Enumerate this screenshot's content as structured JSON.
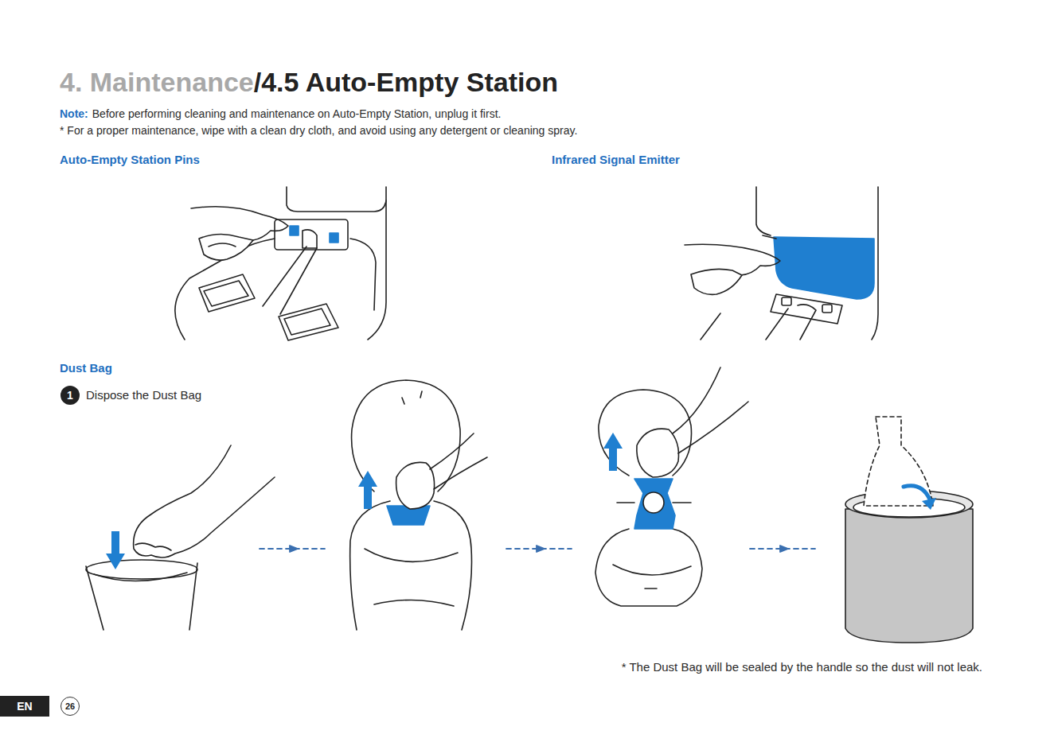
{
  "diagram": {
    "labels": [
      "4. Maintenance",
      "/4.5 Auto-Empty Station",
      "Note:",
      "Before performing cleaning and maintenance on Auto-Empty Station, unplug it first.",
      "* For a proper maintenance, wipe with a clean dry cloth, and avoid using any detergent or cleaning spray.",
      "Auto-Empty Station Pins",
      "Infrared Signal Emitter",
      "Dust Bag",
      "1",
      "Dispose the Dust Bag",
      "* The Dust Bag will be sealed by the handle so the dust will not leak.",
      "EN",
      "26"
    ]
  }
}
